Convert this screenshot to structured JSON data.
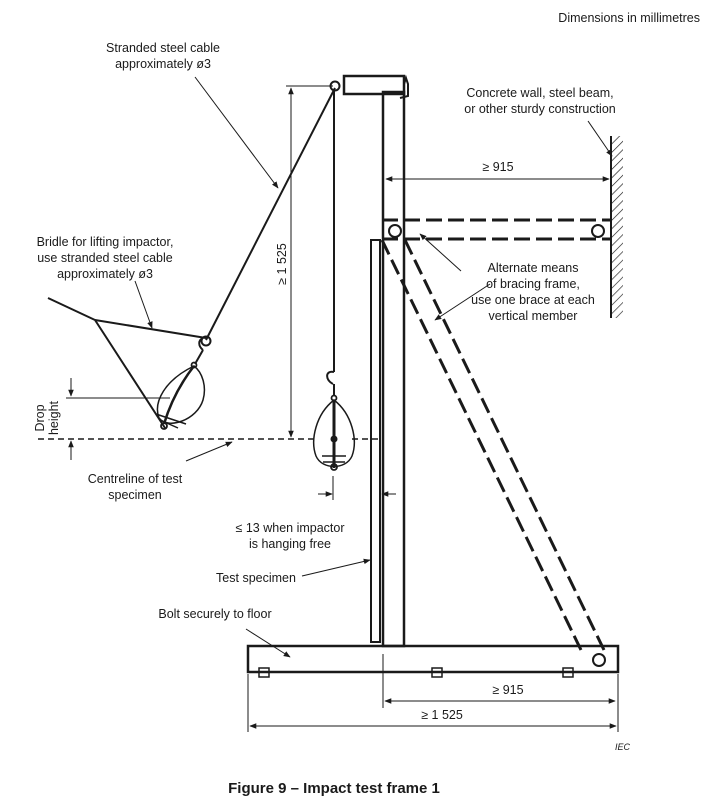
{
  "header": {
    "units_note": "Dimensions in millimetres"
  },
  "labels": {
    "cable_line1": "Stranded steel cable",
    "cable_line2": "approximately ø3",
    "wall_line1": "Concrete wall, steel beam,",
    "wall_line2": "or other sturdy construction",
    "bridle_line1": "Bridle for lifting impactor,",
    "bridle_line2": "use stranded steel cable",
    "bridle_line3": "approximately ø3",
    "brace_line1": "Alternate means",
    "brace_line2": "of bracing frame,",
    "brace_line3": "use one brace at each",
    "brace_line4": "vertical member",
    "drop_line1": "Drop",
    "drop_line2": "height",
    "centreline_line1": "Centreline of test",
    "centreline_line2": "specimen",
    "gap_line1": "≤ 13 when impactor",
    "gap_line2": "is hanging free",
    "test_specimen": "Test specimen",
    "bolt": "Bolt securely to floor",
    "source_mark": "IEC"
  },
  "dimensions": {
    "height": "≥ 1 525",
    "wall_distance": "≥ 915",
    "base_distance": "≥ 915",
    "base_length": "≥ 1 525"
  },
  "caption": "Figure 9 – Impact test frame 1"
}
